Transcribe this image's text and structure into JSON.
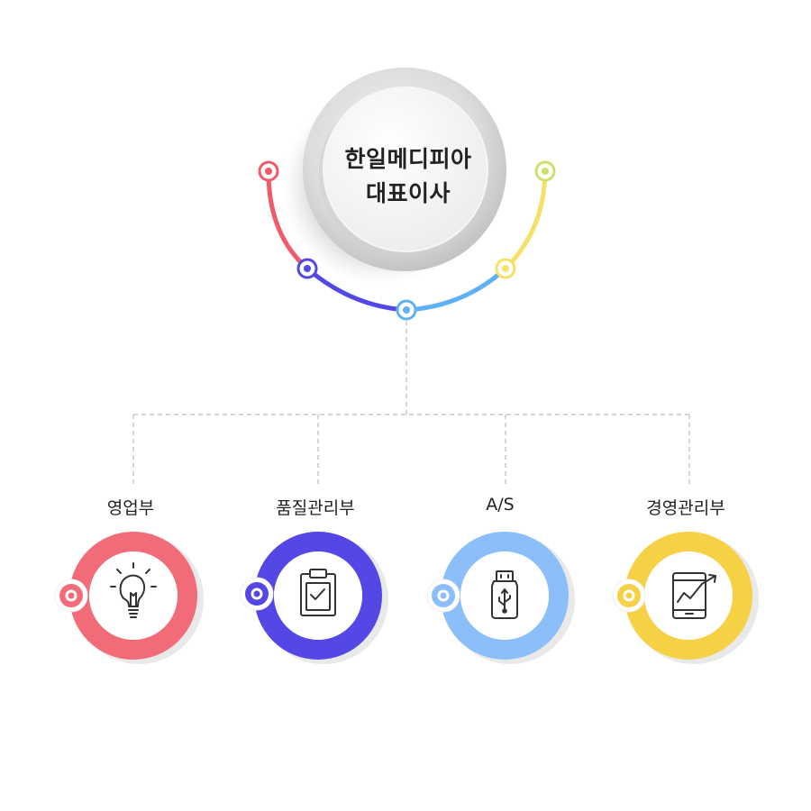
{
  "ceo": {
    "line1": "한일메디피아",
    "line2": "대표이사"
  },
  "departments": [
    {
      "label": "영업부",
      "color": "#f16c78",
      "icon": "lightbulb-icon"
    },
    {
      "label": "품질관리부",
      "color": "#5347e6",
      "icon": "clipboard-check-icon"
    },
    {
      "label": "A/S",
      "color": "#8cbefa",
      "icon": "usb-drive-icon"
    },
    {
      "label": "경영관리부",
      "color": "#f6d146",
      "icon": "tablet-chart-icon"
    }
  ],
  "arc_colors": {
    "red": "#ef5b6a",
    "purple": "#5347e6",
    "blue": "#5fb0f5",
    "yellow": "#f7e06a",
    "lime": "#cfe06a"
  }
}
